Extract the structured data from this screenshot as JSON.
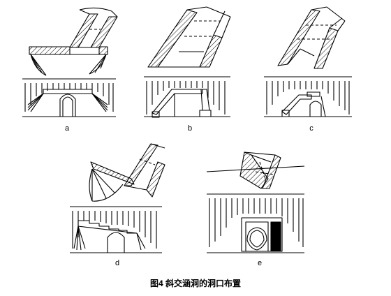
{
  "figure": {
    "caption": "图4  斜交涵洞的洞口布置",
    "panels": [
      {
        "id": "a",
        "label": "a"
      },
      {
        "id": "b",
        "label": "b"
      },
      {
        "id": "c",
        "label": "c"
      },
      {
        "id": "d",
        "label": "d"
      },
      {
        "id": "e",
        "label": "e"
      }
    ]
  }
}
